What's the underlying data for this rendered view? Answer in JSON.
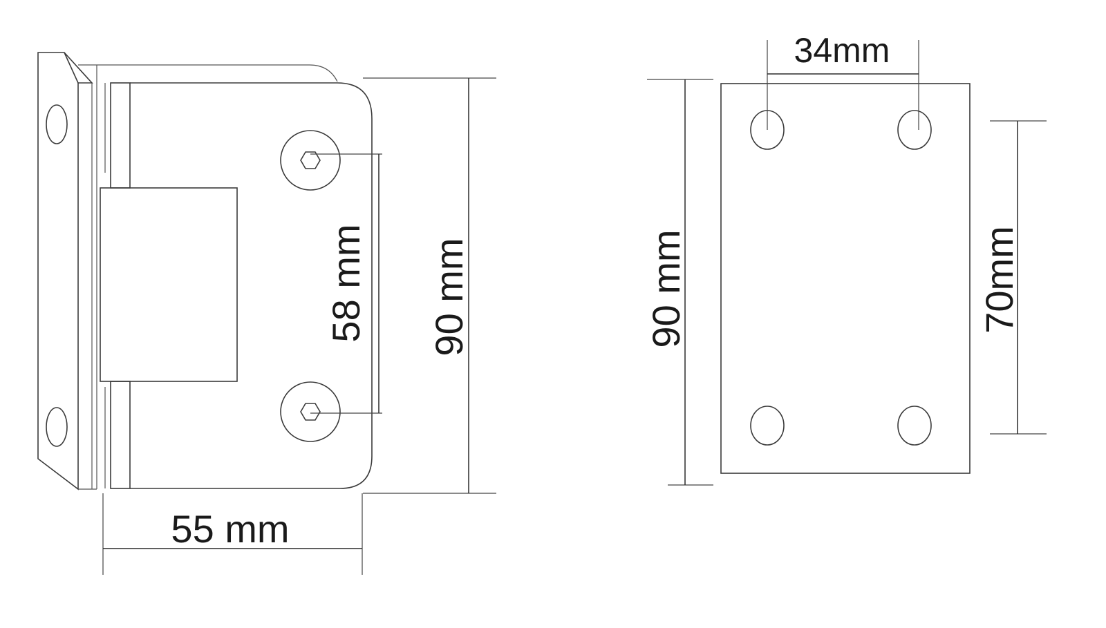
{
  "hinge_view": {
    "dim_width": "55 mm",
    "dim_hole_spacing": "58 mm",
    "dim_height": "90 mm"
  },
  "plate_view": {
    "dim_hole_spacing_horizontal": "34mm",
    "dim_height": "90 mm",
    "dim_hole_spacing_vertical": "70mm"
  },
  "colors": {
    "line": "#3a3a3a",
    "background": "#ffffff"
  }
}
